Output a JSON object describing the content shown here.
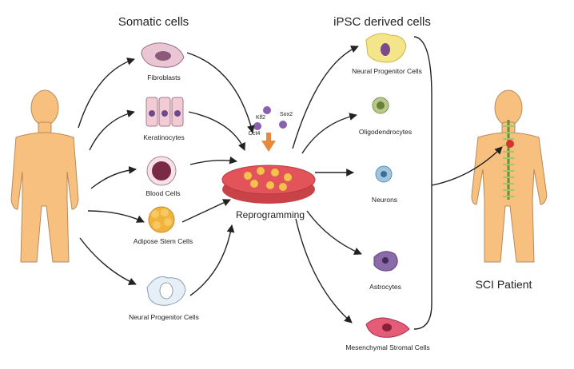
{
  "headers": {
    "somatic": "Somatic cells",
    "ipsc": "iPSC derived cells",
    "reprogramming": "Reprogramming",
    "patient": "SCI Patient"
  },
  "factors": {
    "klf2": "Klf2",
    "sox2": "Sox2",
    "oct4": "Oct4"
  },
  "somatic_cells": [
    "Fibroblasts",
    "Keratinocytes",
    "Blood Cells",
    "Adipose Stem Cells",
    "Neural Progenitor Cells"
  ],
  "derived_cells": [
    "Neural Progenitor Cells",
    "Oligodendrocytes",
    "Neurons",
    "Astrocytes",
    "Mesenchymal Stromal Cells"
  ],
  "colors": {
    "body": "#f7c07f",
    "body_outline": "#b9895a",
    "dish": "#e3545a",
    "arrow": "#222222",
    "arrow_orange": "#e58a3c"
  }
}
